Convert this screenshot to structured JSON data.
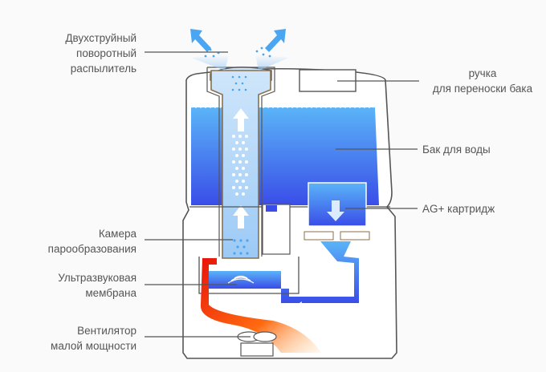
{
  "diagram": {
    "subject": "Ultrasonic humidifier cross-section",
    "colors": {
      "outline": "#555555",
      "water_top": "#5ab4f8",
      "water_bottom": "#3a4de8",
      "steam": "#bcdcf8",
      "heat_hot": "#e8140a",
      "heat_warm": "#ff8a1a",
      "label_text": "#555555"
    },
    "labels": {
      "nozzle": [
        "Двухструйный",
        "поворотный",
        "распылитель"
      ],
      "handle": [
        "ручка",
        "для переноски бака"
      ],
      "tank": [
        "Бак для воды"
      ],
      "cartridge": [
        "AG+ картридж"
      ],
      "chamber": [
        "Камера",
        "парообразования"
      ],
      "membrane": [
        "Ультразвуковая",
        "мембрана"
      ],
      "fan": [
        "Вентилятор",
        "малой мощности"
      ]
    }
  }
}
